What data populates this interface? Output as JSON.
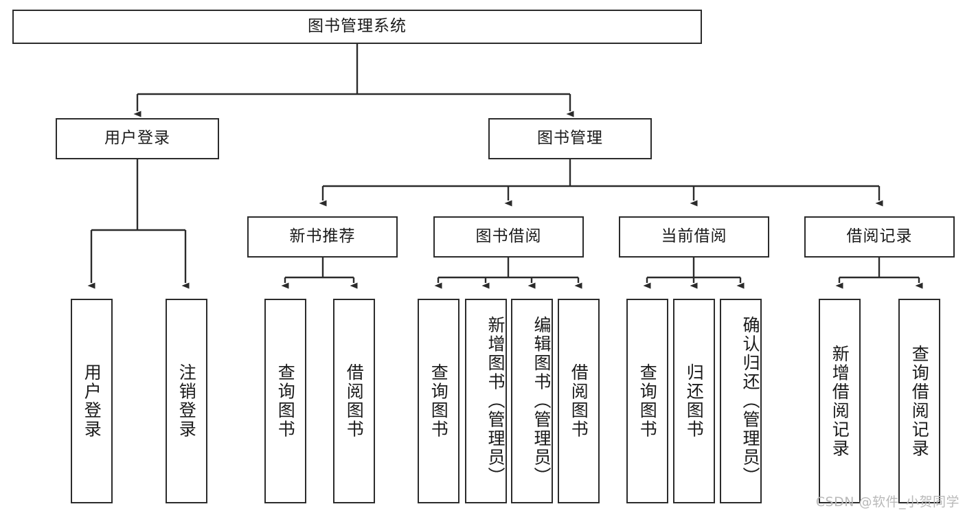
{
  "diagram": {
    "type": "tree-hierarchy",
    "title": "图书管理系统",
    "watermark": "CSDN @软件_小贺同学",
    "colors": {
      "stroke": "#2b2b2b",
      "fill": "#ffffff",
      "text": "#1a1a1a",
      "watermark": "#b9b9b9"
    },
    "nodes": {
      "root": {
        "label": "图书管理系统"
      },
      "level2": [
        {
          "id": "user-login",
          "label": "用户登录"
        },
        {
          "id": "book-manage",
          "label": "图书管理"
        }
      ],
      "level3": [
        {
          "id": "new-book-rec",
          "label": "新书推荐"
        },
        {
          "id": "book-borrow",
          "label": "图书借阅"
        },
        {
          "id": "current-borrow",
          "label": "当前借阅"
        },
        {
          "id": "borrow-record",
          "label": "借阅记录"
        }
      ],
      "leaves": {
        "user-login": [
          {
            "id": "leaf-user-login",
            "label": "用户登录"
          },
          {
            "id": "leaf-logout-login",
            "label": "注销登录"
          }
        ],
        "new-book-rec": [
          {
            "id": "leaf-query-book-1",
            "label": "查询图书"
          },
          {
            "id": "leaf-borrow-book-1",
            "label": "借阅图书"
          }
        ],
        "book-borrow": [
          {
            "id": "leaf-query-book-2",
            "label": "查询图书"
          },
          {
            "id": "leaf-add-book",
            "label": "新增图书（管理员）"
          },
          {
            "id": "leaf-edit-book",
            "label": "编辑图书（管理员）"
          },
          {
            "id": "leaf-borrow-book-2",
            "label": "借阅图书"
          }
        ],
        "current-borrow": [
          {
            "id": "leaf-query-book-3",
            "label": "查询图书"
          },
          {
            "id": "leaf-return-book",
            "label": "归还图书"
          },
          {
            "id": "leaf-confirm-return",
            "label": "确认归还（管理员）"
          }
        ],
        "borrow-record": [
          {
            "id": "leaf-add-record",
            "label": "新增借阅记录"
          },
          {
            "id": "leaf-query-record",
            "label": "查询借阅记录"
          }
        ]
      }
    }
  }
}
